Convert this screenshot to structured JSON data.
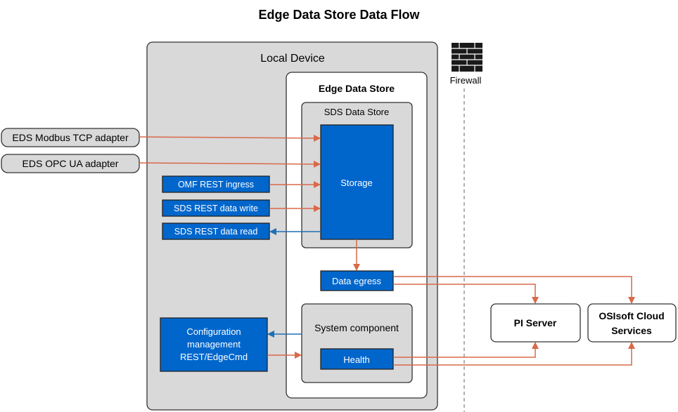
{
  "title": "Edge Data Store Data Flow",
  "local_device": {
    "label": "Local Device"
  },
  "edge_data_store": {
    "label": "Edge Data Store"
  },
  "sds_data_store": {
    "label": "SDS Data Store",
    "storage_label": "Storage"
  },
  "adapters": [
    {
      "label": "EDS Modbus TCP adapter"
    },
    {
      "label": "EDS OPC UA adapter"
    }
  ],
  "rest_interfaces": [
    {
      "label": "OMF REST ingress"
    },
    {
      "label": "SDS REST data write"
    },
    {
      "label": "SDS REST data read"
    }
  ],
  "data_egress": {
    "label": "Data egress"
  },
  "system_component": {
    "label": "System component",
    "health_label": "Health"
  },
  "config_management": {
    "lines": [
      "Configuration",
      "management",
      "REST/EdgeCmd"
    ]
  },
  "firewall": {
    "label": "Firewall",
    "icon": "brick-wall-icon"
  },
  "destinations": {
    "pi_server": "PI Server",
    "osisoft_cloud": [
      "OSIsoft Cloud",
      "Services"
    ]
  },
  "colors": {
    "blue_box": "#0066CC",
    "gray_panel": "#D9D9D9",
    "arrow_orange": "#D9694A",
    "arrow_blue": "#1F6FB5"
  }
}
